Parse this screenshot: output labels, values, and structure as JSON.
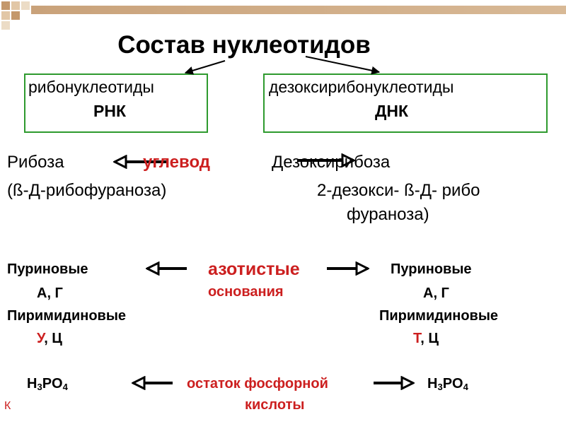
{
  "title": "Состав нуклеотидов",
  "left_box": {
    "line1": "рибонуклеотиды",
    "line2": "РНК"
  },
  "right_box": {
    "line1": "дезоксирибонуклеотиды",
    "line2": "ДНК"
  },
  "carb": {
    "left1": "Рибоза",
    "center": "углевод",
    "right1": "Дезоксирибоза",
    "left2": "(ß-Д-рибофураноза)",
    "right2": "2-дезокси- ß-Д- рибо",
    "right3": "фураноза)"
  },
  "bases": {
    "center1": "азотистые",
    "center2": "основания",
    "left": {
      "purine_label": "Пуриновые",
      "purine_values": "А, Г",
      "pyrimidine_label": "Пиримидиновые",
      "pyr_red": "У",
      "pyr_rest": ", Ц"
    },
    "right": {
      "purine_label": "Пуриновые",
      "purine_values": "А, Г",
      "pyrimidine_label": "Пиримидиновые",
      "pyr_red": "Т",
      "pyr_rest": ", Ц"
    }
  },
  "phosphate": {
    "center1": "остаток фосфорной",
    "center2": "кислоты",
    "left_h": "H",
    "left_h_sub": "3",
    "left_po": "PO",
    "left_po_sub": "4",
    "right_h": "H",
    "right_h_sub": "3",
    "right_po": "PO",
    "right_po_sub": "4",
    "corner_letter": "К"
  },
  "colors": {
    "accent_red": "#cc1f1f",
    "box_green": "#2e9a2e",
    "header_tan": "#c9a27a"
  }
}
